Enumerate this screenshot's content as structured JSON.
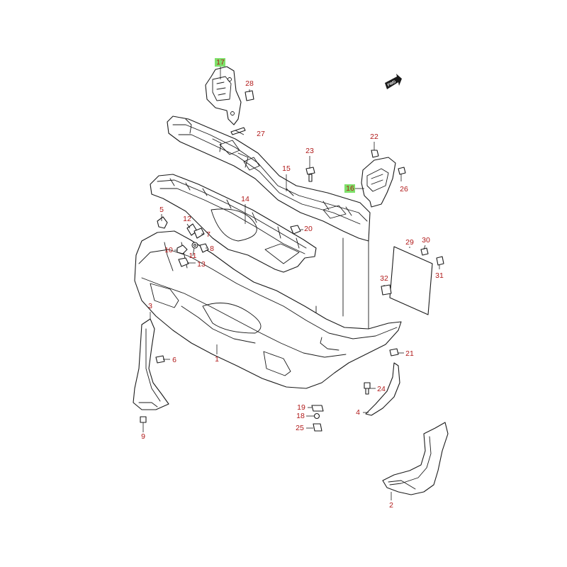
{
  "diagram": {
    "fwd_label": "FWD",
    "colors": {
      "callout": "#b01818",
      "highlight": "#7de06a",
      "line": "#1a1a1a"
    },
    "callouts": [
      {
        "id": "p1",
        "label": "1"
      },
      {
        "id": "p2",
        "label": "2"
      },
      {
        "id": "p3",
        "label": "3"
      },
      {
        "id": "p4",
        "label": "4"
      },
      {
        "id": "p5",
        "label": "5"
      },
      {
        "id": "p6",
        "label": "6"
      },
      {
        "id": "p7",
        "label": "7"
      },
      {
        "id": "p8",
        "label": "8"
      },
      {
        "id": "p9",
        "label": "9"
      },
      {
        "id": "p10",
        "label": "10"
      },
      {
        "id": "p11",
        "label": "11"
      },
      {
        "id": "p12",
        "label": "12"
      },
      {
        "id": "p13",
        "label": "13"
      },
      {
        "id": "p14",
        "label": "14"
      },
      {
        "id": "p15",
        "label": "15"
      },
      {
        "id": "p16",
        "label": "16",
        "highlighted": true
      },
      {
        "id": "p17",
        "label": "17",
        "highlighted": true
      },
      {
        "id": "p18",
        "label": "18"
      },
      {
        "id": "p19",
        "label": "19"
      },
      {
        "id": "p20",
        "label": "20"
      },
      {
        "id": "p21",
        "label": "21"
      },
      {
        "id": "p22",
        "label": "22"
      },
      {
        "id": "p23",
        "label": "23"
      },
      {
        "id": "p24",
        "label": "24"
      },
      {
        "id": "p25",
        "label": "25"
      },
      {
        "id": "p26",
        "label": "26"
      },
      {
        "id": "p27",
        "label": "27"
      },
      {
        "id": "p28",
        "label": "28"
      },
      {
        "id": "p29",
        "label": "29"
      },
      {
        "id": "p30",
        "label": "30"
      },
      {
        "id": "p31",
        "label": "31"
      },
      {
        "id": "p32",
        "label": "32"
      }
    ]
  }
}
